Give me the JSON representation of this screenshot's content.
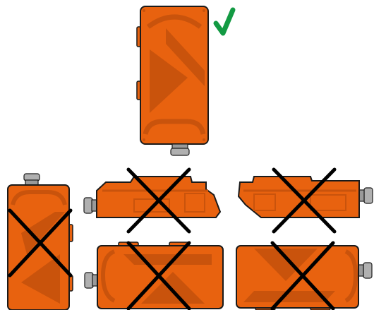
{
  "colors": {
    "body_orange": "#e8620f",
    "body_dark": "#c9530c",
    "edge": "#1a1a1a",
    "connector_gray": "#9a9a9a",
    "check_green": "#139a43",
    "cross_black": "#000000"
  },
  "figure": {
    "correct_mark_icon": "check-mark-icon",
    "wrong_mark_icon": "cross-mark-icon",
    "orientations": [
      {
        "id": "vertical-connector-down",
        "status": "correct"
      },
      {
        "id": "vertical-connector-up",
        "status": "wrong"
      },
      {
        "id": "side-view-connector-left",
        "status": "wrong"
      },
      {
        "id": "side-view-connector-right",
        "status": "wrong"
      },
      {
        "id": "horizontal-connector-left",
        "status": "wrong"
      },
      {
        "id": "horizontal-connector-right",
        "status": "wrong"
      }
    ]
  }
}
